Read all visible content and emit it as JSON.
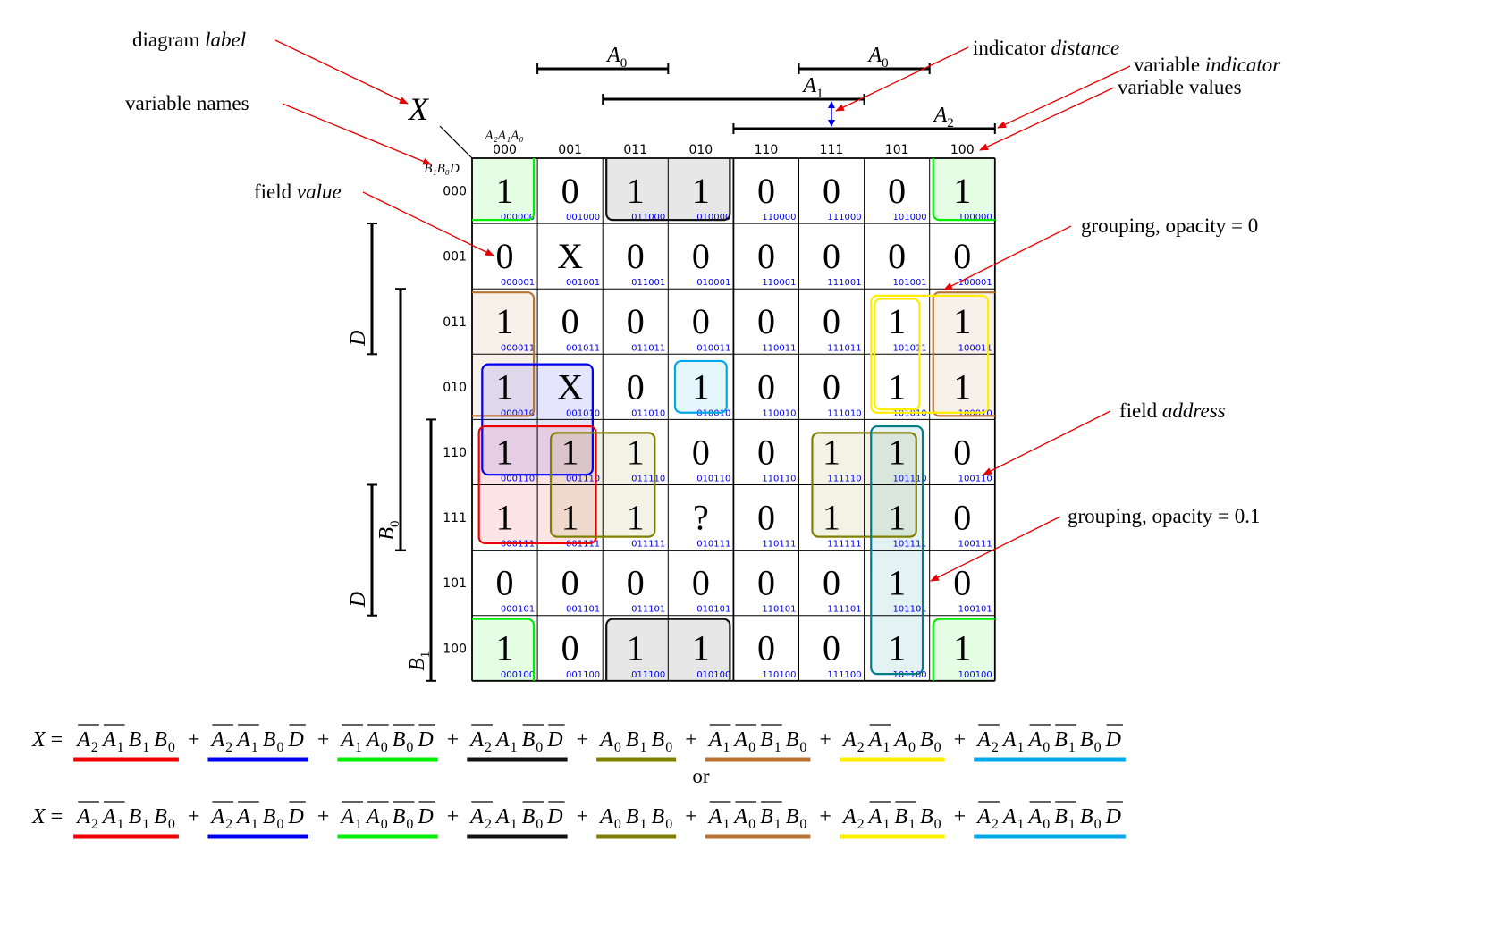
{
  "diagram_label": "X",
  "var_names": {
    "top": "A₂A₁A₀",
    "left": "B₁B₀D"
  },
  "col_codes": [
    "000",
    "001",
    "011",
    "010",
    "110",
    "111",
    "101",
    "100"
  ],
  "row_codes": [
    "000",
    "001",
    "011",
    "010",
    "110",
    "111",
    "101",
    "100"
  ],
  "cells": [
    [
      "1",
      "0",
      "1",
      "1",
      "0",
      "0",
      "0",
      "1"
    ],
    [
      "0",
      "X",
      "0",
      "0",
      "0",
      "0",
      "0",
      "0"
    ],
    [
      "1",
      "0",
      "0",
      "0",
      "0",
      "0",
      "1",
      "1"
    ],
    [
      "1",
      "X",
      "0",
      "1",
      "0",
      "0",
      "1",
      "1"
    ],
    [
      "1",
      "1",
      "1",
      "0",
      "0",
      "1",
      "1",
      "0"
    ],
    [
      "1",
      "1",
      "1",
      "?",
      "0",
      "1",
      "1",
      "0"
    ],
    [
      "0",
      "0",
      "0",
      "0",
      "0",
      "0",
      "1",
      "0"
    ],
    [
      "1",
      "0",
      "1",
      "1",
      "0",
      "0",
      "1",
      "1"
    ]
  ],
  "indicators": {
    "top": [
      {
        "label": "A",
        "sub": "0"
      },
      {
        "label": "A",
        "sub": "0"
      },
      {
        "label": "A",
        "sub": "1"
      },
      {
        "label": "A",
        "sub": "2"
      }
    ],
    "left": [
      {
        "label": "D",
        "sub": ""
      },
      {
        "label": "B",
        "sub": "0"
      },
      {
        "label": "D",
        "sub": ""
      },
      {
        "label": "B",
        "sub": "1"
      }
    ]
  },
  "annotations": {
    "diagram_label": {
      "plain": "diagram ",
      "italic": "label"
    },
    "variable_names": {
      "plain": "variable names",
      "italic": ""
    },
    "field_value": {
      "plain": "field ",
      "italic": "value"
    },
    "indicator_distance": {
      "plain": "indicator ",
      "italic": "distance"
    },
    "variable_indicator": {
      "plain": "variable ",
      "italic": "indicator"
    },
    "variable_values": {
      "plain": "variable values",
      "italic": ""
    },
    "grouping_opacity_0": {
      "plain": "grouping, opacity = 0",
      "italic": ""
    },
    "field_address": {
      "plain": "field ",
      "italic": "address"
    },
    "grouping_opacity_01": {
      "plain": "grouping, opacity = 0.1",
      "italic": ""
    }
  },
  "groups": [
    {
      "id": "green",
      "color": "#00ee00",
      "opacity": 0.1
    },
    {
      "id": "black",
      "color": "#111111",
      "opacity": 0.1
    },
    {
      "id": "brown",
      "color": "#b87333",
      "opacity": 0.1
    },
    {
      "id": "blue",
      "color": "#0000ee",
      "opacity": 0.1
    },
    {
      "id": "cyan",
      "color": "#00a8e8",
      "opacity": 0.1
    },
    {
      "id": "red",
      "color": "#ee0000",
      "opacity": 0.1
    },
    {
      "id": "olive",
      "color": "#808000",
      "opacity": 0.1
    },
    {
      "id": "yellow",
      "color": "#ffee00",
      "opacity": 0
    },
    {
      "id": "teal",
      "color": "#007b8a",
      "opacity": 0.1
    }
  ],
  "equations": {
    "lhs": "X =",
    "or_text": "or",
    "eq1": [
      {
        "lits": [
          [
            "A",
            "2",
            true
          ],
          [
            "A",
            "1",
            true
          ],
          [
            "B",
            "1",
            false
          ],
          [
            "B",
            "0",
            false
          ]
        ],
        "color": "#ee0000"
      },
      {
        "lits": [
          [
            "A",
            "2",
            true
          ],
          [
            "A",
            "1",
            true
          ],
          [
            "B",
            "0",
            false
          ],
          [
            "D",
            "",
            true
          ]
        ],
        "color": "#0000ee"
      },
      {
        "lits": [
          [
            "A",
            "1",
            true
          ],
          [
            "A",
            "0",
            true
          ],
          [
            "B",
            "0",
            true
          ],
          [
            "D",
            "",
            true
          ]
        ],
        "color": "#00ee00"
      },
      {
        "lits": [
          [
            "A",
            "2",
            true
          ],
          [
            "A",
            "1",
            false
          ],
          [
            "B",
            "0",
            true
          ],
          [
            "D",
            "",
            true
          ]
        ],
        "color": "#111111"
      },
      {
        "lits": [
          [
            "A",
            "0",
            false
          ],
          [
            "B",
            "1",
            false
          ],
          [
            "B",
            "0",
            false
          ]
        ],
        "color": "#808000"
      },
      {
        "lits": [
          [
            "A",
            "1",
            true
          ],
          [
            "A",
            "0",
            true
          ],
          [
            "B",
            "1",
            true
          ],
          [
            "B",
            "0",
            false
          ]
        ],
        "color": "#b87333"
      },
      {
        "lits": [
          [
            "A",
            "2",
            false
          ],
          [
            "A",
            "1",
            true
          ],
          [
            "A",
            "0",
            false
          ],
          [
            "B",
            "0",
            false
          ]
        ],
        "color": "#ffee00"
      },
      {
        "lits": [
          [
            "A",
            "2",
            true
          ],
          [
            "A",
            "1",
            false
          ],
          [
            "A",
            "0",
            true
          ],
          [
            "B",
            "1",
            true
          ],
          [
            "B",
            "0",
            false
          ],
          [
            "D",
            "",
            true
          ]
        ],
        "color": "#00a8e8"
      }
    ],
    "eq2": [
      {
        "lits": [
          [
            "A",
            "2",
            true
          ],
          [
            "A",
            "1",
            true
          ],
          [
            "B",
            "1",
            false
          ],
          [
            "B",
            "0",
            false
          ]
        ],
        "color": "#ee0000"
      },
      {
        "lits": [
          [
            "A",
            "2",
            true
          ],
          [
            "A",
            "1",
            true
          ],
          [
            "B",
            "0",
            false
          ],
          [
            "D",
            "",
            true
          ]
        ],
        "color": "#0000ee"
      },
      {
        "lits": [
          [
            "A",
            "1",
            true
          ],
          [
            "A",
            "0",
            true
          ],
          [
            "B",
            "0",
            true
          ],
          [
            "D",
            "",
            true
          ]
        ],
        "color": "#00ee00"
      },
      {
        "lits": [
          [
            "A",
            "2",
            true
          ],
          [
            "A",
            "1",
            false
          ],
          [
            "B",
            "0",
            true
          ],
          [
            "D",
            "",
            true
          ]
        ],
        "color": "#111111"
      },
      {
        "lits": [
          [
            "A",
            "0",
            false
          ],
          [
            "B",
            "1",
            false
          ],
          [
            "B",
            "0",
            false
          ]
        ],
        "color": "#808000"
      },
      {
        "lits": [
          [
            "A",
            "1",
            true
          ],
          [
            "A",
            "0",
            true
          ],
          [
            "B",
            "1",
            true
          ],
          [
            "B",
            "0",
            false
          ]
        ],
        "color": "#b87333"
      },
      {
        "lits": [
          [
            "A",
            "2",
            false
          ],
          [
            "A",
            "1",
            true
          ],
          [
            "B",
            "1",
            true
          ],
          [
            "B",
            "0",
            false
          ]
        ],
        "color": "#ffee00"
      },
      {
        "lits": [
          [
            "A",
            "2",
            true
          ],
          [
            "A",
            "1",
            false
          ],
          [
            "A",
            "0",
            true
          ],
          [
            "B",
            "1",
            true
          ],
          [
            "B",
            "0",
            false
          ],
          [
            "D",
            "",
            true
          ]
        ],
        "color": "#00a8e8"
      }
    ]
  }
}
